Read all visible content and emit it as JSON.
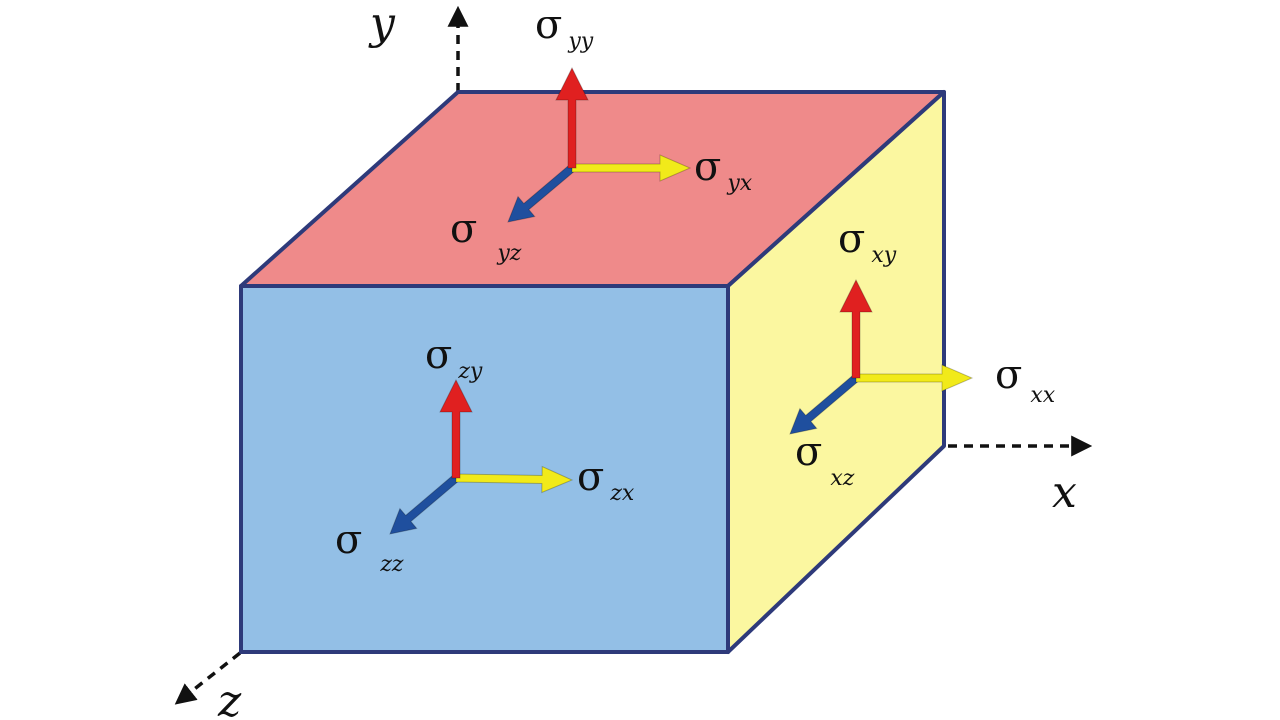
{
  "axes": {
    "x": "x",
    "y": "y",
    "z": "z"
  },
  "colors": {
    "top_face": "#ef8a8a",
    "front_face": "#93bfe6",
    "right_face": "#fbf7a0",
    "edge": "#2e3a7a",
    "arrow_normal": "#e02020",
    "arrow_shear_x": "#f1ea1a",
    "arrow_z": "#1f4f9e"
  },
  "stresses": {
    "sigma_symbol": "σ",
    "top": {
      "yy": "yy",
      "yx": "yx",
      "yz": "yz"
    },
    "front": {
      "zy": "zy",
      "zx": "zx",
      "zz": "zz"
    },
    "right": {
      "xy": "xy",
      "xx": "xx",
      "xz": "xz"
    }
  }
}
